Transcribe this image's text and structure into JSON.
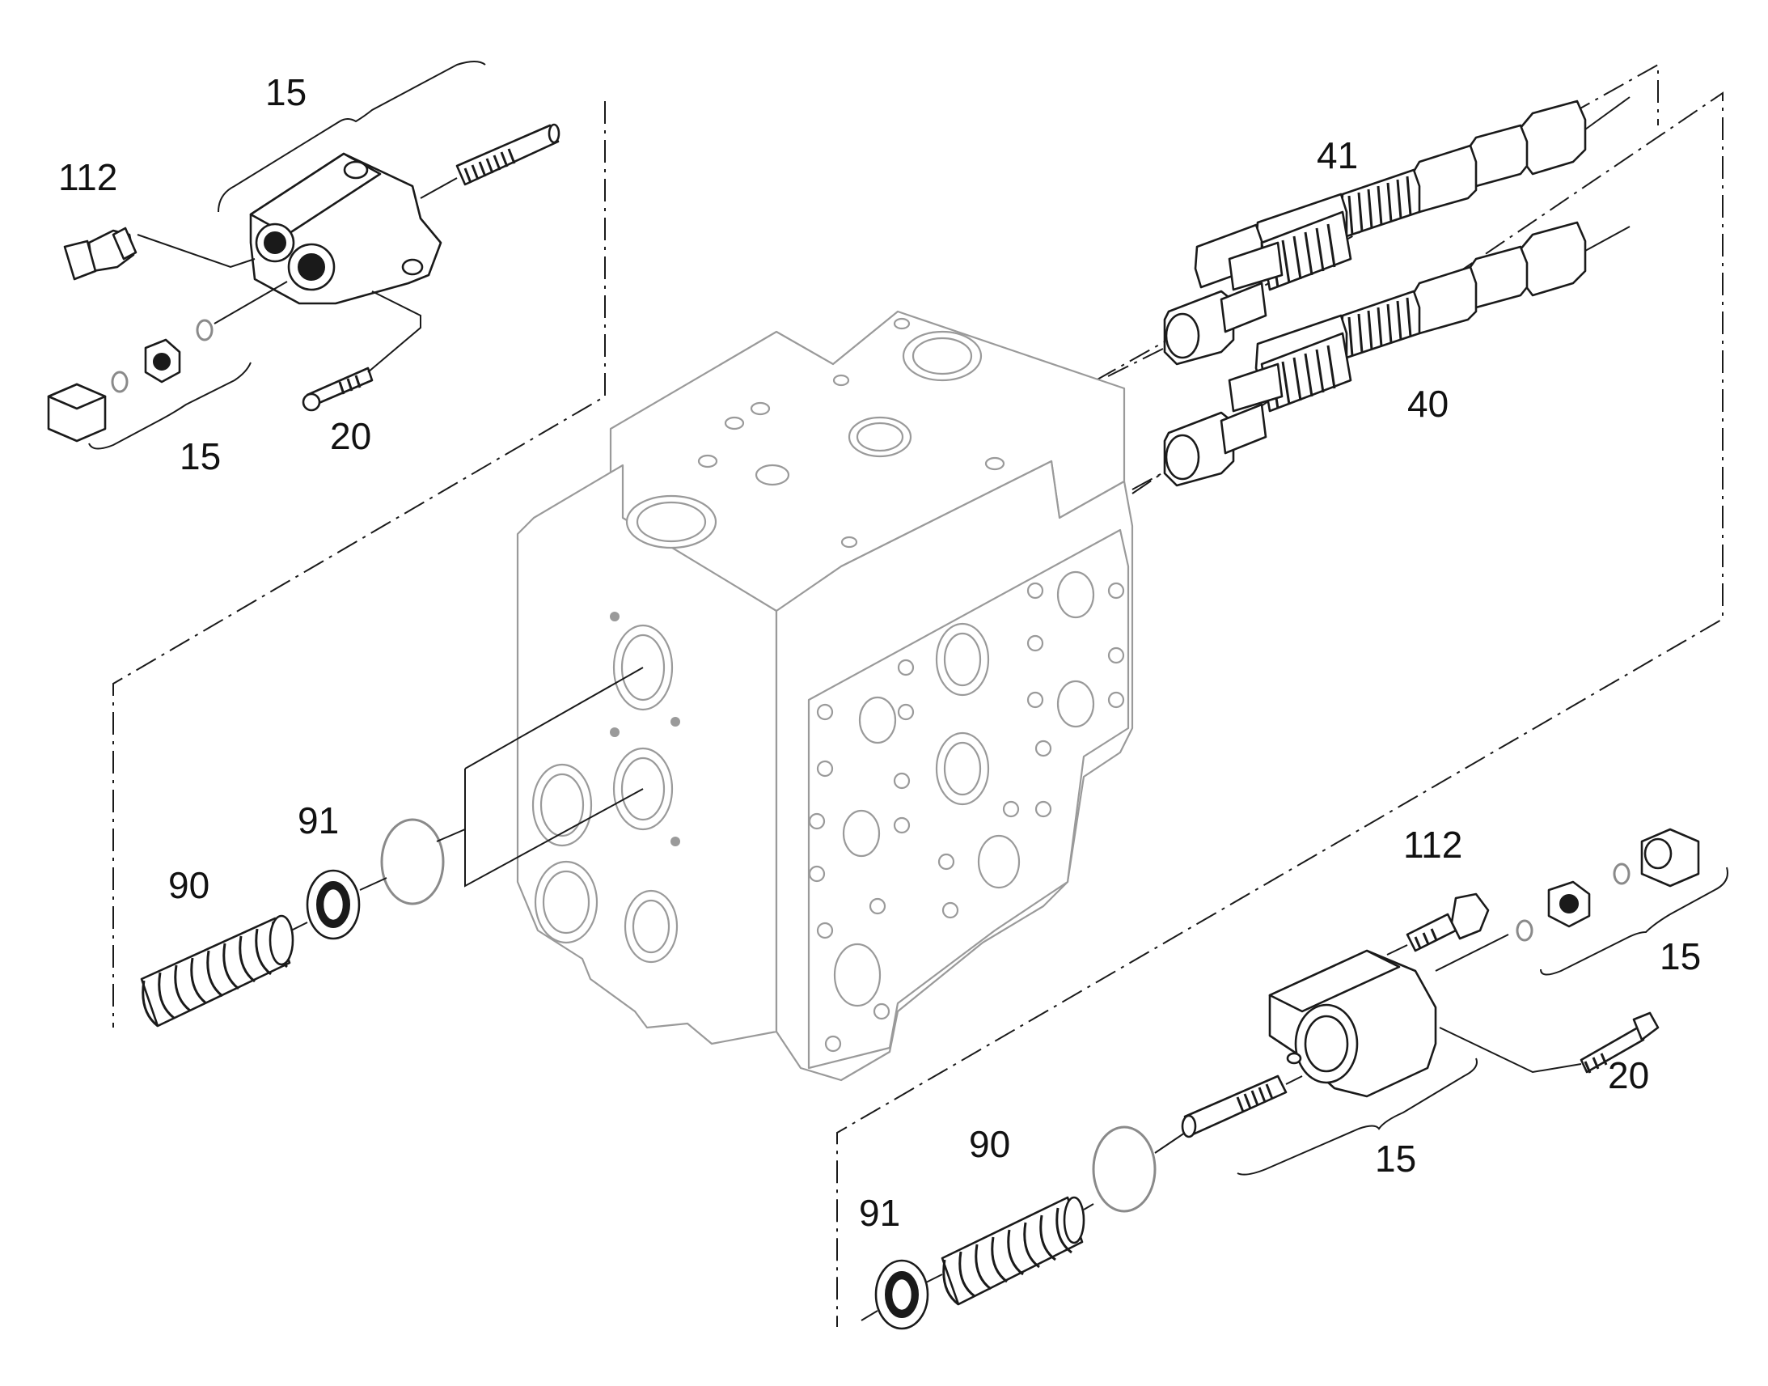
{
  "labels": {
    "l15_top": "15",
    "l112_top": "112",
    "l15_topnut": "15",
    "l20_top": "20",
    "l41": "41",
    "l40": "40",
    "l91_left": "91",
    "l90_left": "90",
    "l112_bottom": "112",
    "l15_bottomnut": "15",
    "l20_bottom": "20",
    "l90_bottom": "90",
    "l15_bottom": "15",
    "l91_bottom": "91"
  },
  "colors": {
    "ink": "#1a1a1a",
    "block_outline": "#9a9a9a",
    "background": "#ffffff"
  }
}
